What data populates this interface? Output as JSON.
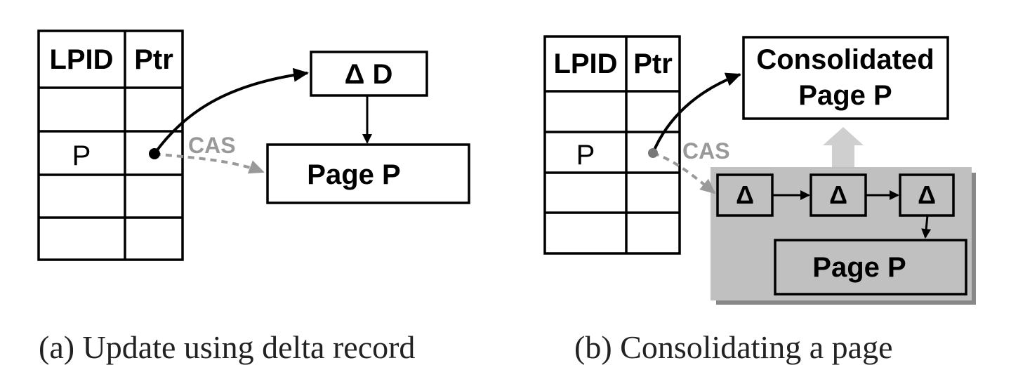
{
  "panel_a": {
    "table": {
      "headers": [
        "LPID",
        "Ptr"
      ],
      "rows": [
        "",
        "P",
        "",
        ""
      ]
    },
    "delta_box": "Δ D",
    "page_box": "Page P",
    "cas_label": "CAS",
    "caption": "(a) Update using delta record"
  },
  "panel_b": {
    "table": {
      "headers": [
        "LPID",
        "Ptr"
      ],
      "rows": [
        "",
        "P",
        "",
        ""
      ]
    },
    "consolidated_box": [
      "Consolidated",
      "Page P"
    ],
    "deltas": [
      "Δ",
      "Δ",
      "Δ"
    ],
    "page_box": "Page P",
    "cas_label": "CAS",
    "caption": "(b) Consolidating a page"
  },
  "colors": {
    "stroke": "#000000",
    "cas_arrow": "#999999",
    "shaded_region": "#c0c0c0",
    "shaded_shadow": "#888888",
    "up_arrow": "#cfcfcf"
  }
}
